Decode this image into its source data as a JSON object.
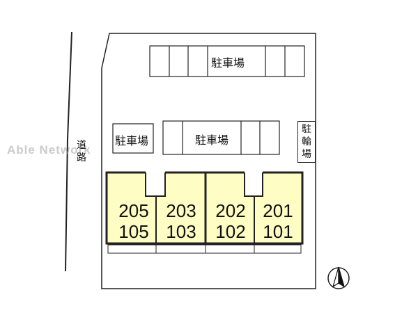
{
  "watermark": "Able Network",
  "road_label": [
    "道",
    "路"
  ],
  "parking": {
    "top": "駐車場",
    "left": "駐車場",
    "middle": "駐車場"
  },
  "bicycle_parking": [
    "駐",
    "輪",
    "場"
  ],
  "units": [
    {
      "upper": "205",
      "lower": "105"
    },
    {
      "upper": "203",
      "lower": "103"
    },
    {
      "upper": "202",
      "lower": "102"
    },
    {
      "upper": "201",
      "lower": "101"
    }
  ],
  "colors": {
    "building_fill": "#fdfdc4",
    "line": "#222222",
    "compass_fill": "#111111"
  },
  "icons": {
    "compass": "north-arrow-icon"
  }
}
